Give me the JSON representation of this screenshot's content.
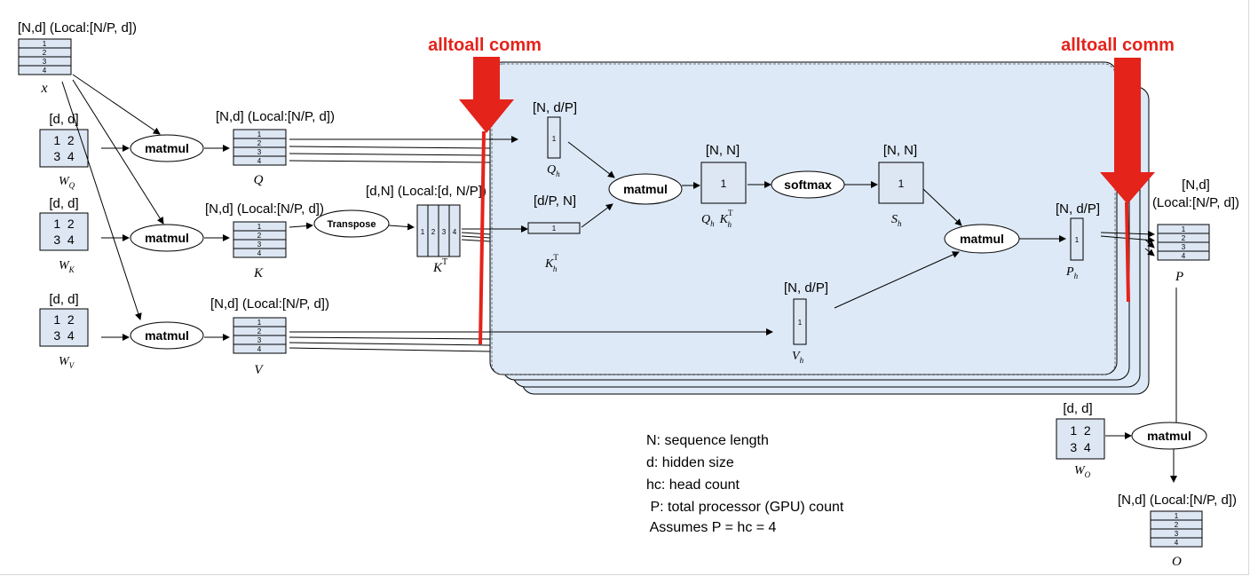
{
  "comm_labels": [
    "alltoall comm",
    "alltoall comm"
  ],
  "shapes": {
    "x": "[N,d] (Local:[N/P, d])",
    "wq": "[d, d]",
    "wk": "[d, d]",
    "wv": "[d, d]",
    "wo": "[d, d]",
    "q": "[N,d] (Local:[N/P, d])",
    "k": "[N,d] (Local:[N/P, d])",
    "v": "[N,d] (Local:[N/P, d])",
    "kt": "[d,N] (Local:[d, N/P])",
    "qh": "[N, d/P]",
    "kth": "[d/P, N]",
    "vh": "[N, d/P]",
    "qk": "[N, N]",
    "sh": "[N, N]",
    "ph": "[N, d/P]",
    "p_line1": "[N,d]",
    "p_line2": "(Local:[N/P, d])",
    "o": "[N,d] (Local:[N/P, d])"
  },
  "ops": {
    "matmul": "matmul",
    "transpose": "Transpose",
    "softmax": "softmax"
  },
  "row_labels": [
    "1",
    "2",
    "3",
    "4"
  ],
  "weight_cells": [
    "1  2",
    "3  4"
  ],
  "head_cell": "1",
  "variables": {
    "x": "x",
    "wq": "W",
    "wq_sub": "Q",
    "wk": "W",
    "wk_sub": "K",
    "wv": "W",
    "wv_sub": "V",
    "wo": "W",
    "wo_sub": "O",
    "q": "Q",
    "k": "K",
    "v": "V",
    "kt": "K",
    "kt_sup": "T",
    "qh": "Q",
    "qh_sub": "h",
    "kth": "K",
    "kth_sub": "h",
    "kth_sup": "T",
    "vh": "V",
    "vh_sub": "h",
    "qk": "Q",
    "qk_sub": "h",
    "qk2": "K",
    "qk2_sub": "h",
    "qk2_sup": "T",
    "sh": "S",
    "sh_sub": "h",
    "ph": "P",
    "ph_sub": "h",
    "p": "P",
    "o": "O"
  },
  "legend": [
    "N: sequence length",
    "d: hidden size",
    "hc: head count",
    " P: total processor (GPU) count",
    " Assumes P = hc = 4"
  ],
  "colors": {
    "panel": "#dde9f6",
    "cell": "#dde6f3",
    "comm": "#e4231b"
  }
}
